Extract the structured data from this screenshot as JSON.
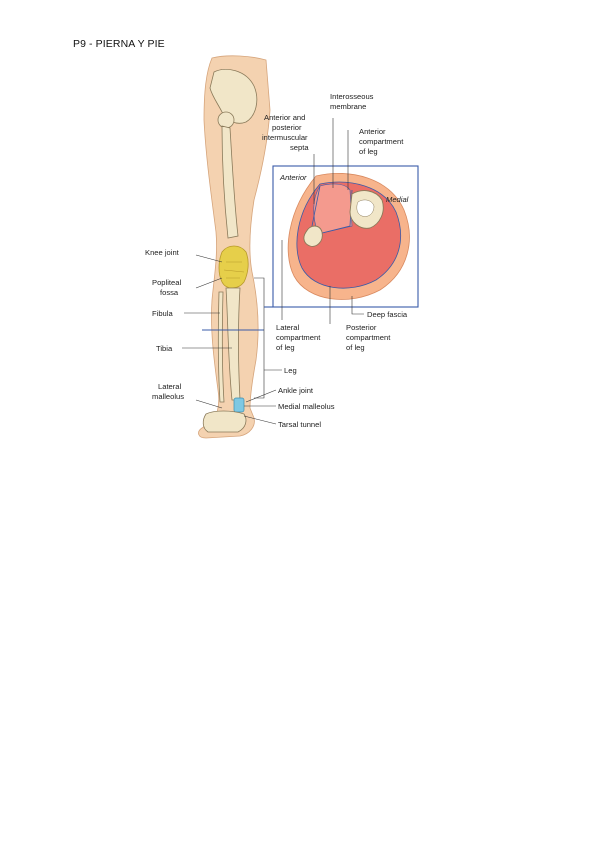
{
  "page": {
    "title": "P9 - PIERNA Y PIE"
  },
  "figure": {
    "left_labels": {
      "knee_joint": "Knee joint",
      "popliteal_fossa": [
        "Popliteal",
        "fossa"
      ],
      "fibula": "Fibula",
      "tibia": "Tibia",
      "lateral_malleolus": [
        "Lateral",
        "malleolus"
      ]
    },
    "right_labels": {
      "leg": "Leg",
      "ankle_joint": "Ankle joint",
      "medial_malleolus": "Medial malleolus",
      "tarsal_tunnel": "Tarsal tunnel"
    },
    "cross_section": {
      "anterior": "Anterior",
      "medial": "Medial",
      "intermuscular_septa": [
        "Anterior and",
        "posterior",
        "intermuscular",
        "septa"
      ],
      "interosseous_membrane": [
        "Interosseous",
        "membrane"
      ],
      "anterior_compartment": [
        "Anterior",
        "compartment",
        "of leg"
      ],
      "lateral_compartment": [
        "Lateral",
        "compartment",
        "of leg"
      ],
      "posterior_compartment": [
        "Posterior",
        "compartment",
        "of leg"
      ],
      "deep_fascia": "Deep fascia"
    },
    "colors": {
      "skin": "#f4d2b0",
      "bone": "#f1e6c8",
      "bone_outline": "#8a7a5a",
      "muscle": "#ea6e66",
      "fascia_band": "#f7b48c",
      "frame": "#3a5ba8",
      "knee_highlight": "#e6cf4a",
      "ankle_highlight": "#7ec8e3"
    }
  }
}
